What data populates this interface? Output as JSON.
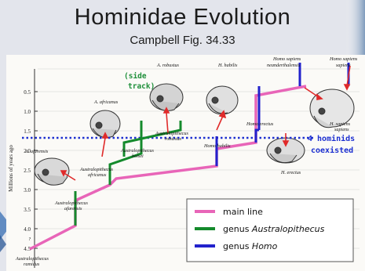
{
  "slide": {
    "title": "Hominidae Evolution",
    "subtitle": "Campbell Fig. 34.33"
  },
  "figure": {
    "y_axis_label": "Millions of years ago",
    "y_ticks": [
      "0.5",
      "1.0",
      "1.5",
      "2.0",
      "2.5",
      "3.0",
      "3.5",
      "4.0",
      "4.5"
    ],
    "species": {
      "a_robustus": "A. robustus",
      "h_habilis": "H. habilis",
      "neanderthalensis_1": "Homo sapiens",
      "neanderthalensis_2": "neanderthalensis",
      "sapiens_1": "Homo sapiens",
      "sapiens_2": "sapiens",
      "a_africanus": "A. africanus",
      "a_afarensis": "A. afarensis",
      "h_erectus": "H. erectus",
      "h_sapiens_1": "H. sapiens",
      "h_sapiens_2": "sapiens",
      "boisei_1": "Australopithecus",
      "boisei_2": "boisei",
      "robustus_1": "Australopithecus",
      "robustus_2": "robustus",
      "africanus_1": "Australopithecus",
      "africanus_2": "africanus",
      "afarensis_1": "Australopithecus",
      "afarensis_2": "afarensis",
      "ramidus_1": "Australopithecus",
      "ramidus_2": "ramidus",
      "homo_erectus_mid": "Homo erectus",
      "homo_habilis_mid": "Homo habilis",
      "ramidus_marker": "?"
    },
    "annotations": {
      "side_track_1": "(side",
      "side_track_2": "track)",
      "coexisted_1": "4 hominids",
      "coexisted_2": "coexisted"
    },
    "legend": [
      {
        "label_plain": "main line",
        "label_italic": "",
        "color": "#e865b8"
      },
      {
        "label_plain": "genus ",
        "label_italic": "Australopithecus",
        "color": "#148a2c"
      },
      {
        "label_plain": "genus ",
        "label_italic": "Homo",
        "color": "#2222cc"
      }
    ],
    "colors": {
      "main_line": "#e865b8",
      "australopithecus": "#148a2c",
      "homo": "#2222cc",
      "coexist_line": "#1c2fd0",
      "arrow": "#e02a2a",
      "annotation_green": "#1e8f3a"
    }
  }
}
